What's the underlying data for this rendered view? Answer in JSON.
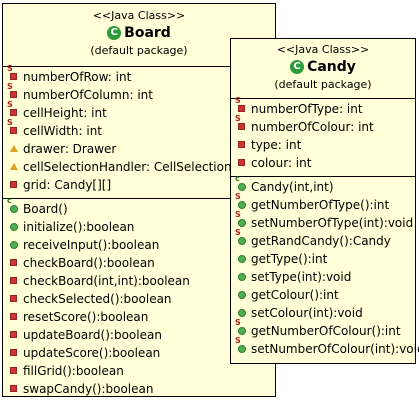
{
  "board": {
    "stereotype": "<<Java Class>>",
    "name": "Board",
    "package": "(default package)",
    "fields": [
      {
        "text": "numberOfRow: int",
        "icon": "static-private-field-icon"
      },
      {
        "text": "numberOfColumn: int",
        "icon": "static-private-field-icon"
      },
      {
        "text": "cellHeight: int",
        "icon": "static-private-field-icon"
      },
      {
        "text": "cellWidth: int",
        "icon": "static-private-field-icon"
      },
      {
        "text": "drawer: Drawer",
        "icon": "package-field-icon"
      },
      {
        "text": "cellSelectionHandler: CellSelectionHandler",
        "icon": "package-field-icon"
      },
      {
        "text": "grid: Candy[][]",
        "icon": "private-field-icon"
      }
    ],
    "methods": [
      {
        "text": "Board()",
        "icon": "constructor-icon"
      },
      {
        "text": "initialize():boolean",
        "icon": "public-method-icon"
      },
      {
        "text": "receiveInput():boolean",
        "icon": "public-method-icon"
      },
      {
        "text": "checkBoard():boolean",
        "icon": "private-method-icon"
      },
      {
        "text": "checkBoard(int,int):boolean",
        "icon": "private-method-icon"
      },
      {
        "text": "checkSelected():boolean",
        "icon": "private-method-icon"
      },
      {
        "text": "resetScore():boolean",
        "icon": "private-method-icon"
      },
      {
        "text": "updateBoard():boolean",
        "icon": "private-method-icon"
      },
      {
        "text": "updateScore():boolean",
        "icon": "private-method-icon"
      },
      {
        "text": "fillGrid():boolean",
        "icon": "private-method-icon"
      },
      {
        "text": "swapCandy():boolean",
        "icon": "private-method-icon"
      }
    ]
  },
  "candy": {
    "stereotype": "<<Java Class>>",
    "name": "Candy",
    "package": "(default package)",
    "fields": [
      {
        "text": "numberOfType: int",
        "icon": "static-private-field-icon"
      },
      {
        "text": "numberOfColour: int",
        "icon": "static-private-field-icon"
      },
      {
        "text": "type: int",
        "icon": "private-field-icon"
      },
      {
        "text": "colour: int",
        "icon": "private-field-icon"
      }
    ],
    "methods": [
      {
        "text": "Candy(int,int)",
        "icon": "constructor-icon"
      },
      {
        "text": "getNumberOfType():int",
        "icon": "static-public-method-icon"
      },
      {
        "text": "setNumberOfType(int):void",
        "icon": "static-public-method-icon"
      },
      {
        "text": "getRandCandy():Candy",
        "icon": "static-public-method-icon"
      },
      {
        "text": "getType():int",
        "icon": "public-method-icon"
      },
      {
        "text": "setType(int):void",
        "icon": "public-method-icon"
      },
      {
        "text": "getColour():int",
        "icon": "public-method-icon"
      },
      {
        "text": "setColour(int):void",
        "icon": "public-method-icon"
      },
      {
        "text": "getNumberOfColour():int",
        "icon": "static-public-method-icon"
      },
      {
        "text": "setNumberOfColour(int):void",
        "icon": "static-public-method-icon"
      }
    ]
  },
  "class_icon_glyph": "C"
}
